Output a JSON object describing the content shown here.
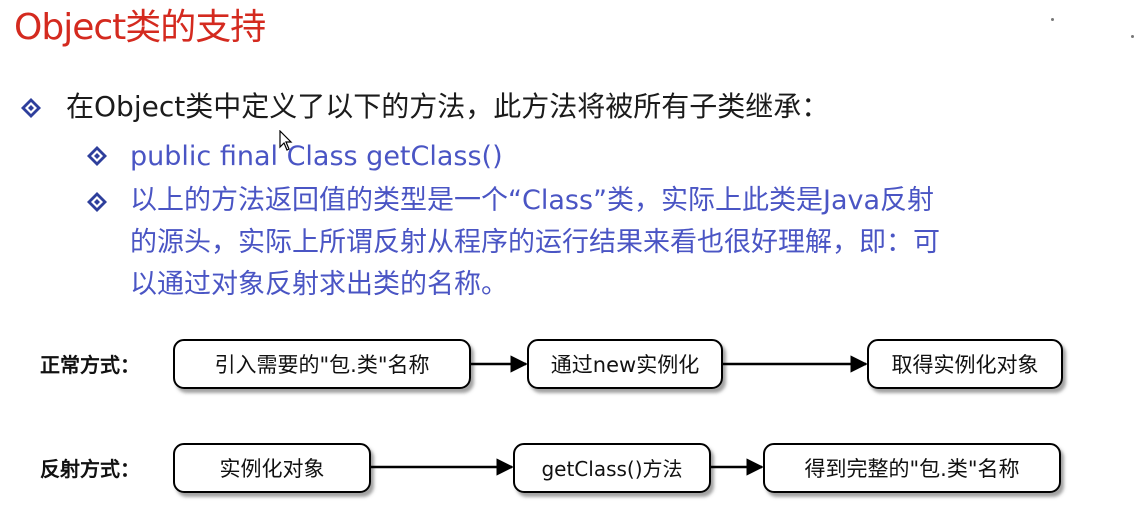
{
  "title": "Object类的支持",
  "main_bullet": "在Object类中定义了以下的方法，此方法将被所有子类继承：",
  "sub_bullets": {
    "method_signature": "public final Class getClass()",
    "description_lines": [
      "以上的方法返回值的类型是一个“Class”类，实际上此类是Java反射",
      "的源头，实际上所谓反射从程序的运行结果来看也很好理解，即：可",
      "以通过对象反射求出类的名称。"
    ]
  },
  "diagram": {
    "normal": {
      "label": "正常方式：",
      "steps": [
        "引入需要的\"包.类\"名称",
        "通过new实例化",
        "取得实例化对象"
      ]
    },
    "reflection": {
      "label": "反射方式：",
      "steps": [
        "实例化对象",
        "getClass()方法",
        "得到完整的\"包.类\"名称"
      ]
    }
  },
  "colors": {
    "title": "#d42a1f",
    "sub_text": "#4a55c4",
    "main_text": "#1b1b1b",
    "bullet_outer": "#2e3f9c",
    "box_border": "#000000"
  },
  "icons": {
    "bullet": "diamond-bullet-icon",
    "cursor": "mouse-cursor-icon"
  }
}
